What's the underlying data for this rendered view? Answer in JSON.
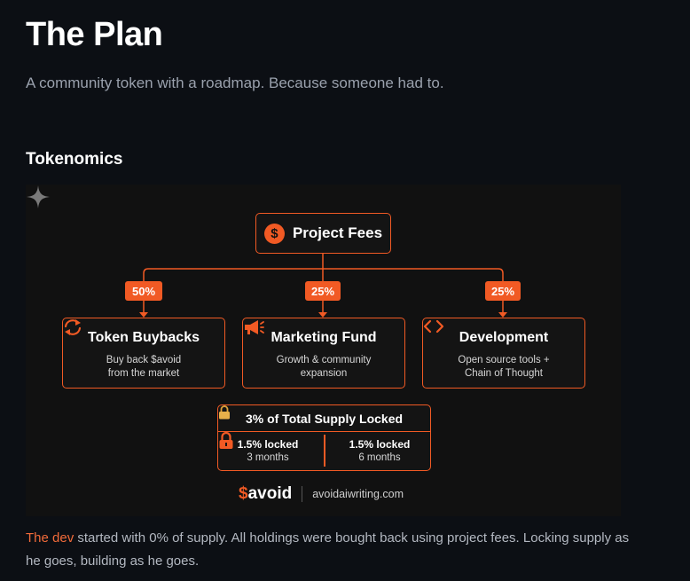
{
  "header": {
    "title": "The Plan",
    "subtitle": "A community token with a roadmap. Because someone had to."
  },
  "tokenomics": {
    "heading": "Tokenomics",
    "source": {
      "label": "Project Fees",
      "icon": "dollar-coin-icon"
    },
    "allocations": [
      {
        "percent": "50%",
        "title": "Token Buybacks",
        "description": "Buy back $avoid\nfrom the market",
        "icon": "refresh-icon"
      },
      {
        "percent": "25%",
        "title": "Marketing Fund",
        "description": "Growth & community\nexpansion",
        "icon": "megaphone-icon"
      },
      {
        "percent": "25%",
        "title": "Development",
        "description": "Open source tools +\nChain of Thought",
        "icon": "code-icon"
      }
    ],
    "lock": {
      "title": "3% of Total Supply Locked",
      "left": {
        "amount": "1.5% locked",
        "duration": "3 months"
      },
      "right": {
        "amount": "1.5% locked",
        "duration": "6 months"
      }
    },
    "brand": {
      "symbol": "$",
      "name": "avoid",
      "url": "avoidaiwriting.com"
    },
    "accent_color": "#f15a24"
  },
  "footer": {
    "link_text": "The dev",
    "text": " started with 0% of supply. All holdings were bought back using project fees. Locking supply as he goes, building as he goes."
  }
}
